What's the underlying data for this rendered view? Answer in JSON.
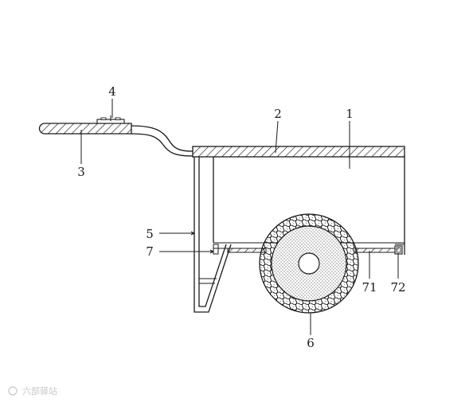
{
  "figure": {
    "labels": {
      "cart_body": "1",
      "top_plate": "2",
      "handle_grip": "3",
      "handle_switch": "4",
      "support_frame": "5",
      "wheel": "6",
      "bottom_member": "7",
      "bottom_rail": "71",
      "rail_fastener": "72"
    },
    "watermark": "六部驿站"
  }
}
